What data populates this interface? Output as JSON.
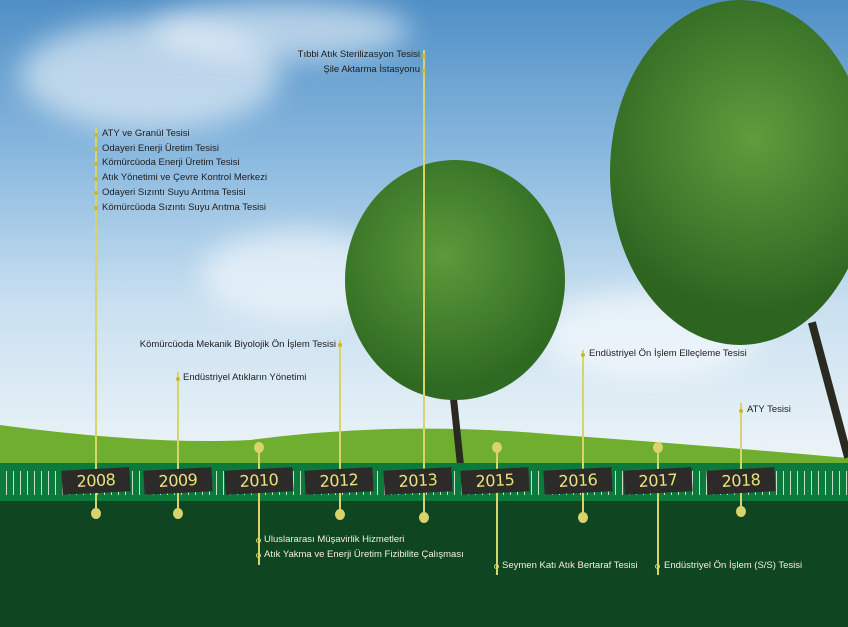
{
  "timeline": [
    {
      "year": "2008",
      "items": [
        "ATY ve Granül Tesisi",
        "Odayeri Enerji Üretim Tesisi",
        "Kömürcüoda Enerji Üretim Tesisi",
        "Atık Yönetimi ve Çevre Kontrol Merkezi",
        "Odayeri Sızıntı Suyu Arıtma Tesisi",
        "Kömürcüoda Sızıntı Suyu Arıtma Tesisi"
      ]
    },
    {
      "year": "2009",
      "items": [
        "Endüstriyel Atıkların Yönetimi"
      ]
    },
    {
      "year": "2010",
      "items": [
        "Uluslararası Müşavirlik Hizmetleri",
        "Atık Yakma ve Enerji Üretim Fizibilite Çalışması"
      ]
    },
    {
      "year": "2012",
      "items": [
        "Kömürcüoda Mekanik Biyolojik Ön İşlem Tesisi"
      ]
    },
    {
      "year": "2013",
      "items": [
        "Tıbbi Atık Sterilizasyon Tesisi",
        "Şile  Aktarma İstasyonu"
      ]
    },
    {
      "year": "2015",
      "items": [
        "Seymen Katı Atık Bertaraf Tesisi"
      ]
    },
    {
      "year": "2016",
      "items": [
        "Endüstriyel Ön İşlem Elleçleme Tesisi"
      ]
    },
    {
      "year": "2017",
      "items": [
        "Endüstriyel Ön İşlem (S/S) Tesisi"
      ]
    },
    {
      "year": "2018",
      "items": [
        "ATY Tesisi"
      ]
    }
  ],
  "colors": {
    "band": "#0b7a3a",
    "bottom": "#104522",
    "accent": "#d8d36a",
    "label_bg": "#2c2b29"
  }
}
